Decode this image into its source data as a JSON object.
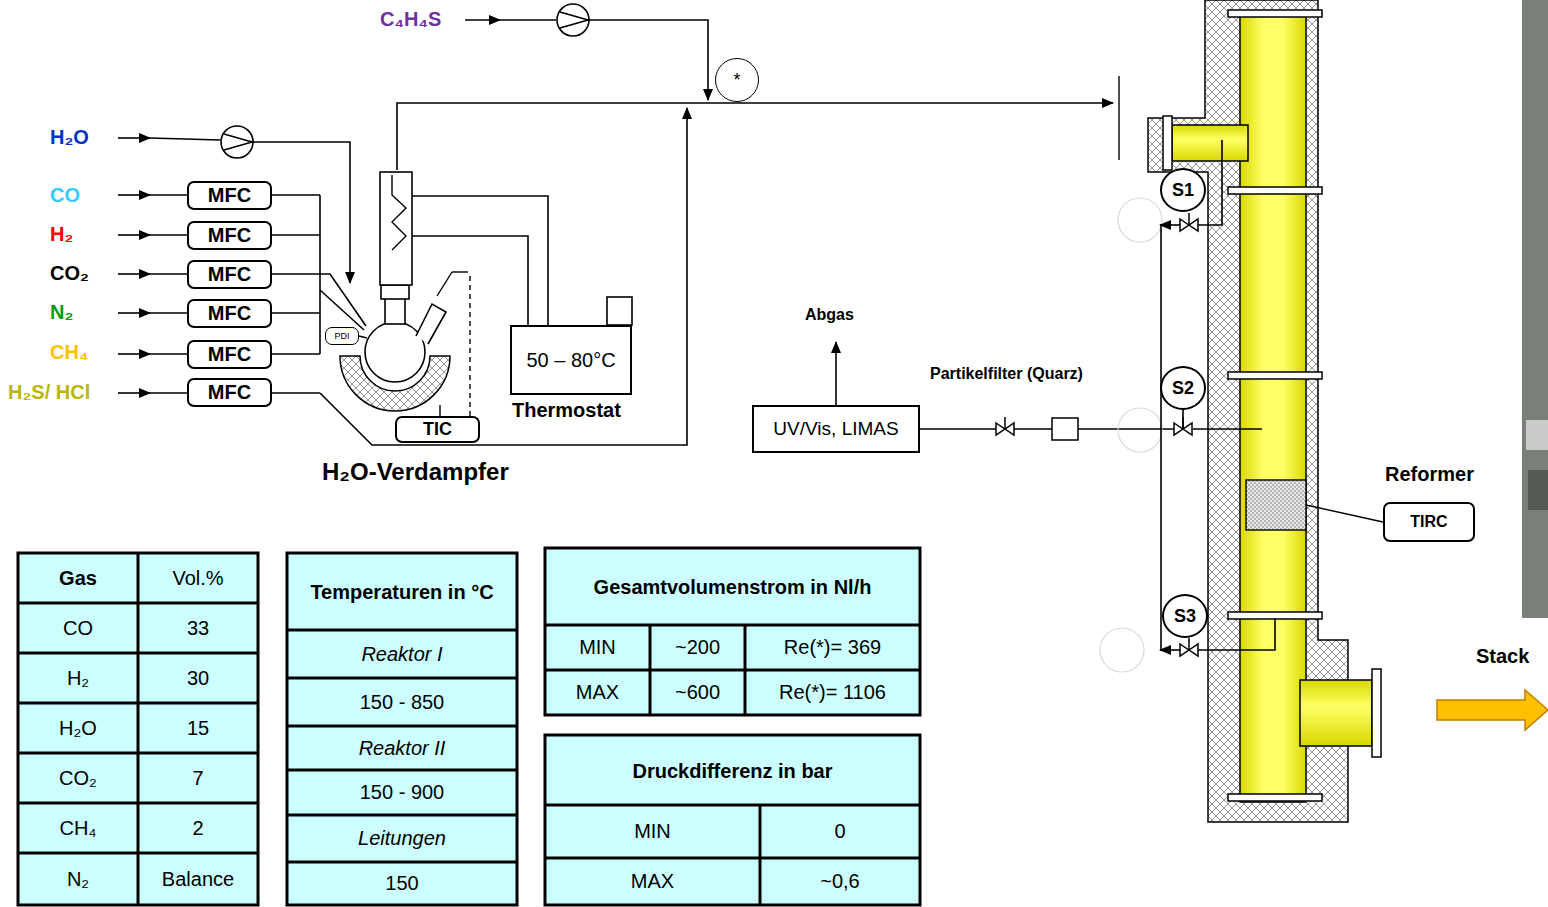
{
  "diagram": {
    "nodes": [
      {
        "text": [
          "*"
        ]
      },
      {
        "text": [
          "MFC"
        ]
      },
      {
        "text": [
          "MFC"
        ]
      },
      {
        "text": [
          "MFC"
        ]
      },
      {
        "text": [
          "MFC"
        ]
      },
      {
        "text": [
          "MFC"
        ]
      },
      {
        "text": [
          "PDI"
        ]
      },
      {
        "text": [
          "MFC"
        ]
      },
      {
        "text": [
          "50 – 80°C",
          "Thermostat"
        ]
      },
      {
        "text": [
          "TIC"
        ]
      },
      {
        "text": [
          "S1"
        ]
      },
      {
        "text": [
          "S2"
        ]
      },
      {
        "text": [
          "UV/Vis, LIMAS"
        ]
      },
      {
        "text": [
          "TIRC"
        ]
      },
      {
        "text": [
          "S3"
        ]
      }
    ],
    "edges": [
      {
        "from": 11,
        "to": 12,
        "arrow": "none"
      }
    ],
    "labels": [
      "C₄H₄S",
      "H₂O",
      "CO",
      "H₂",
      "CO₂",
      "N₂",
      "CH₄",
      "H₂S/ HCl",
      "H₂O-Verdampfer",
      "Abgas",
      "Partikelfilter (Quarz)",
      "Reformer",
      "Stack",
      "Gas",
      "Vol.%",
      "CO",
      "33",
      "H₂",
      "30",
      "H₂O",
      "15",
      "CO₂",
      "7",
      "CH₄",
      "2",
      "N₂",
      "Balance",
      "Temperaturen in °C",
      "Reaktor I",
      "150 - 850",
      "Reaktor II",
      "150 - 900",
      "Leitungen",
      "150",
      "Gesamtvolumenstrom in Nl/h",
      "MIN",
      "~200",
      "Re(*)= 369",
      "MAX",
      "~600",
      "Re(*)= 1106",
      "Druckdifferenz in bar",
      "MIN",
      "0",
      "MAX",
      "~0,6"
    ]
  }
}
